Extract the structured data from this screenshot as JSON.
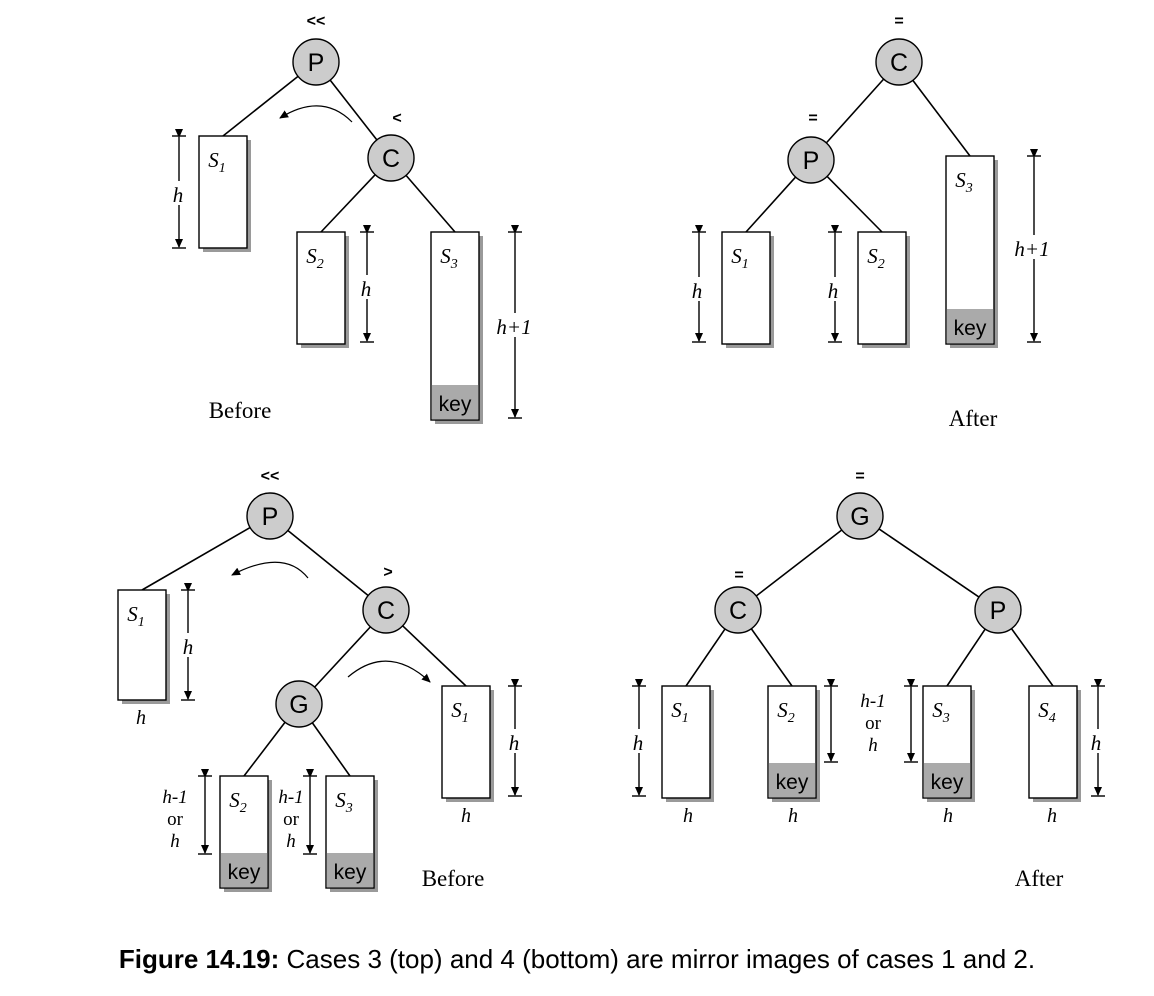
{
  "caption": {
    "label": "Figure 14.19:",
    "text": "Cases 3 (top) and 4 (bottom) are mirror images of cases 1 and 2."
  },
  "panels": [
    {
      "label": "Before",
      "nodes": [
        {
          "name": "P",
          "balance": "<<"
        },
        {
          "name": "C",
          "balance": "<"
        }
      ],
      "subtrees": [
        {
          "base": "S",
          "sub": "1",
          "has_key": false,
          "height": "h"
        },
        {
          "base": "S",
          "sub": "2",
          "has_key": false,
          "height": "h"
        },
        {
          "base": "S",
          "sub": "3",
          "has_key": true,
          "height": "h+1"
        }
      ]
    },
    {
      "label": "After",
      "nodes": [
        {
          "name": "C",
          "balance": "="
        },
        {
          "name": "P",
          "balance": "="
        }
      ],
      "subtrees": [
        {
          "base": "S",
          "sub": "1",
          "has_key": false,
          "height": "h"
        },
        {
          "base": "S",
          "sub": "2",
          "has_key": false,
          "height": "h"
        },
        {
          "base": "S",
          "sub": "3",
          "has_key": true,
          "height": "h+1"
        }
      ]
    },
    {
      "label": "Before",
      "nodes": [
        {
          "name": "P",
          "balance": "<<"
        },
        {
          "name": "C",
          "balance": ">"
        },
        {
          "name": "G",
          "balance": ""
        }
      ],
      "subtrees": [
        {
          "base": "S",
          "sub": "1",
          "has_key": false,
          "height": "h",
          "under": "h"
        },
        {
          "base": "S",
          "sub": "2",
          "has_key": true,
          "height": [
            "h-1",
            "or",
            "h"
          ]
        },
        {
          "base": "S",
          "sub": "3",
          "has_key": true,
          "height": [
            "h-1",
            "or",
            "h"
          ]
        },
        {
          "base": "S",
          "sub": "1",
          "has_key": false,
          "height": "h",
          "under": "h"
        }
      ]
    },
    {
      "label": "After",
      "nodes": [
        {
          "name": "G",
          "balance": "="
        },
        {
          "name": "C",
          "balance": "="
        },
        {
          "name": "P",
          "balance": ""
        }
      ],
      "subtrees": [
        {
          "base": "S",
          "sub": "1",
          "has_key": false,
          "height": "h",
          "under": "h"
        },
        {
          "base": "S",
          "sub": "2",
          "has_key": true,
          "height": "",
          "under": "h"
        },
        {
          "base": "S",
          "sub": "3",
          "has_key": true,
          "height": [
            "h-1",
            "or",
            "h"
          ],
          "under": "h"
        },
        {
          "base": "S",
          "sub": "4",
          "has_key": false,
          "height": "h",
          "under": "h"
        }
      ]
    }
  ],
  "key_label": "key"
}
